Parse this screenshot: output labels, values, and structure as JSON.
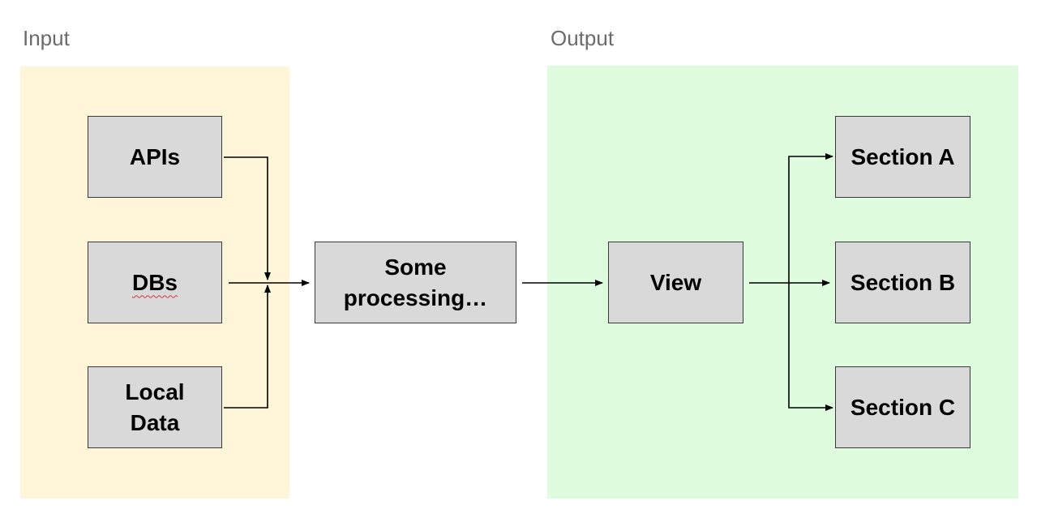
{
  "regions": {
    "input": {
      "label": "Input",
      "fill": "#fff6da"
    },
    "output": {
      "label": "Output",
      "fill": "#dffcdf"
    }
  },
  "nodes": {
    "apis": "APIs",
    "dbs": "DBs",
    "local_data": "Local\nData",
    "processing": "Some\nprocessing…",
    "view": "View",
    "section_a": "Section A",
    "section_b": "Section B",
    "section_c": "Section C"
  },
  "colors": {
    "box_fill": "#d9d9d9",
    "box_border": "#3a3a3a",
    "edge": "#000000",
    "region_label": "#6b6b6b"
  },
  "edges": [
    {
      "from": "apis",
      "to": "processing"
    },
    {
      "from": "dbs",
      "to": "processing"
    },
    {
      "from": "local_data",
      "to": "processing"
    },
    {
      "from": "processing",
      "to": "view"
    },
    {
      "from": "view",
      "to": "section_a"
    },
    {
      "from": "view",
      "to": "section_b"
    },
    {
      "from": "view",
      "to": "section_c"
    }
  ]
}
